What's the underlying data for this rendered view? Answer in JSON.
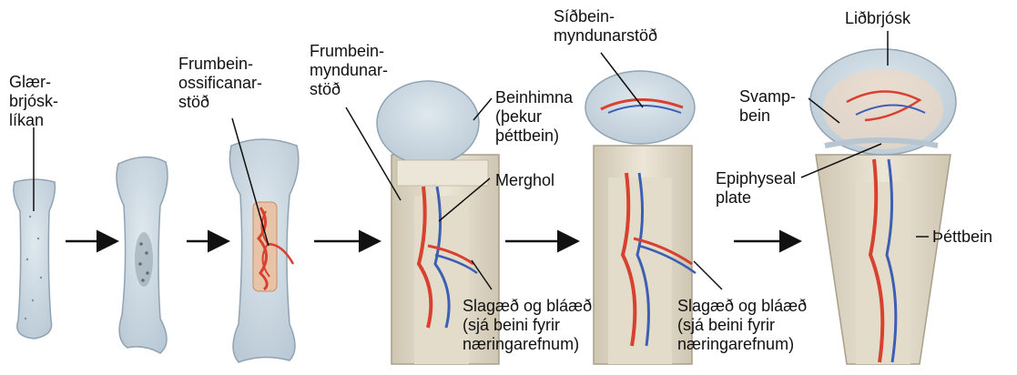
{
  "labels": {
    "hyaline_model": "Glær-\nbrjósk-\nlíkan",
    "primary_center_stage3": "Frumbein-\nossificanar-\nstöð",
    "primary_center_stage4": "Frumbein-\nmyndunar-\nstöð",
    "periosteum": "Beinhimna\n(þekur\nþéttbein)",
    "marrow_cavity": "Merghol",
    "arteries_veins_1": "Slagæð og bláæð\n(sjá beini fyrir\nnæringarefnum)",
    "secondary_center": "Síðbein-\nmyndunarstöð",
    "arteries_veins_2": "Slagæð og bláæð\n(sjá beini fyrir\nnæringarefnum)",
    "articular_cartilage": "Liðbrjósk",
    "spongy_bone": "Svamp-\nbein",
    "epiphyseal_plate": "Epiphyseal\nplate",
    "compact_bone": "Þéttbein"
  },
  "colors": {
    "cartilage_fill": "#c9d6df",
    "cartilage_edge": "#8fa3b2",
    "bone_shaft": "#ddd5c3",
    "bone_edge": "#a89f8b",
    "artery": "#d8402f",
    "vein": "#3d5fb3",
    "arrow": "#111111"
  }
}
